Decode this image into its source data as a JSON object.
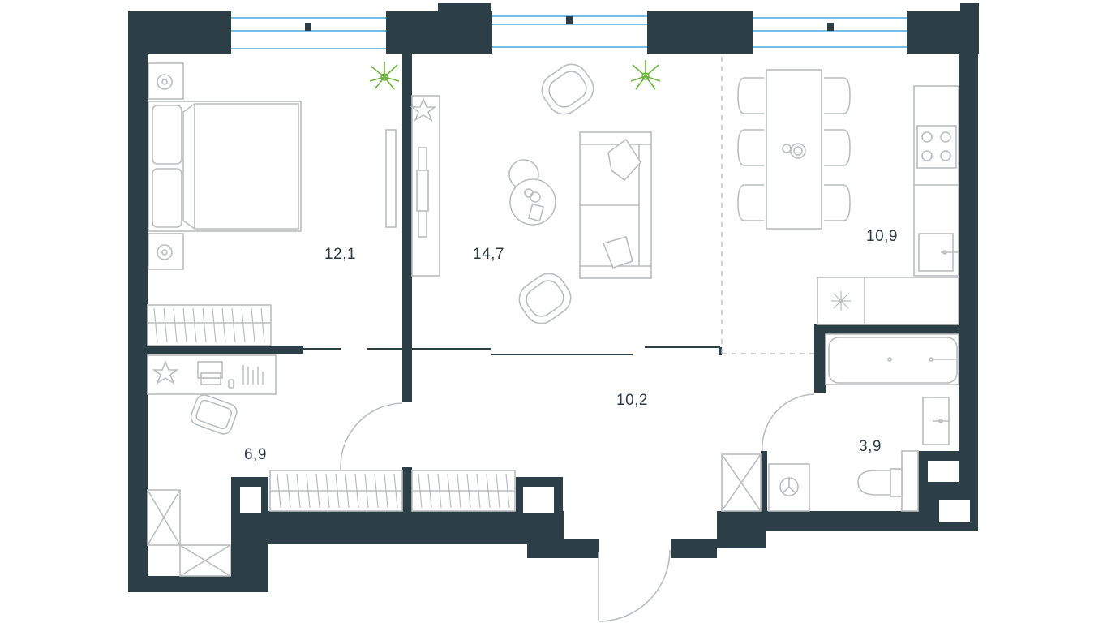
{
  "rooms": [
    {
      "id": "bedroom",
      "area": "12,1"
    },
    {
      "id": "living-room",
      "area": "14,7"
    },
    {
      "id": "kitchen",
      "area": "10,9"
    },
    {
      "id": "hallway",
      "area": "10,2"
    },
    {
      "id": "study",
      "area": "6,9"
    },
    {
      "id": "bathroom",
      "area": "3,9"
    }
  ],
  "colors": {
    "wall": "#2d3f46",
    "furniture": "#b9bdbf",
    "window": "#4aa7d9",
    "plant": "#6db33f",
    "text": "#2b3c44"
  }
}
